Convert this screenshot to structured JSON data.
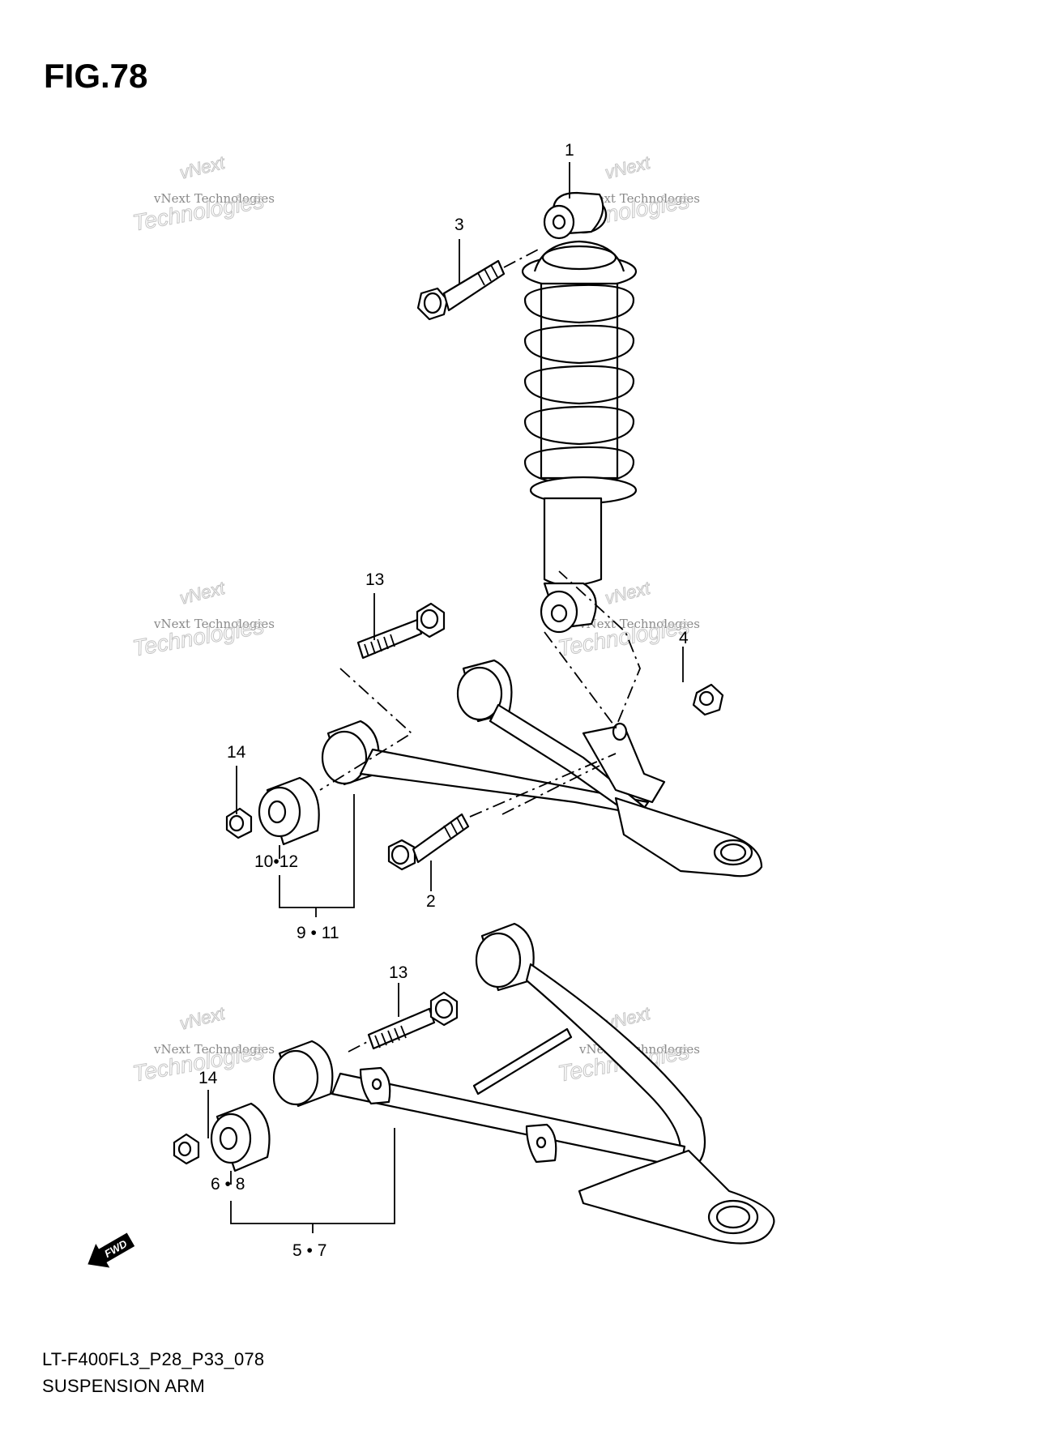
{
  "figure": {
    "title": "FIG.78"
  },
  "footer": {
    "model_code": "LT-F400FL3_P28_P33_078",
    "section_name": "SUSPENSION ARM"
  },
  "callouts": {
    "c1": "1",
    "c2": "2",
    "c3": "3",
    "c4": "4",
    "c5_7": "5 • 7",
    "c6_8": "6 • 8",
    "c9_11": "9 • 11",
    "c10_12": "10•12",
    "c13_upper": "13",
    "c13_lower": "13",
    "c14_upper": "14",
    "c14_lower": "14"
  },
  "direction": {
    "label": "FWD"
  },
  "watermark": {
    "line1": "vNext Technologies",
    "line2": "vNext",
    "line3": "Technologies"
  }
}
